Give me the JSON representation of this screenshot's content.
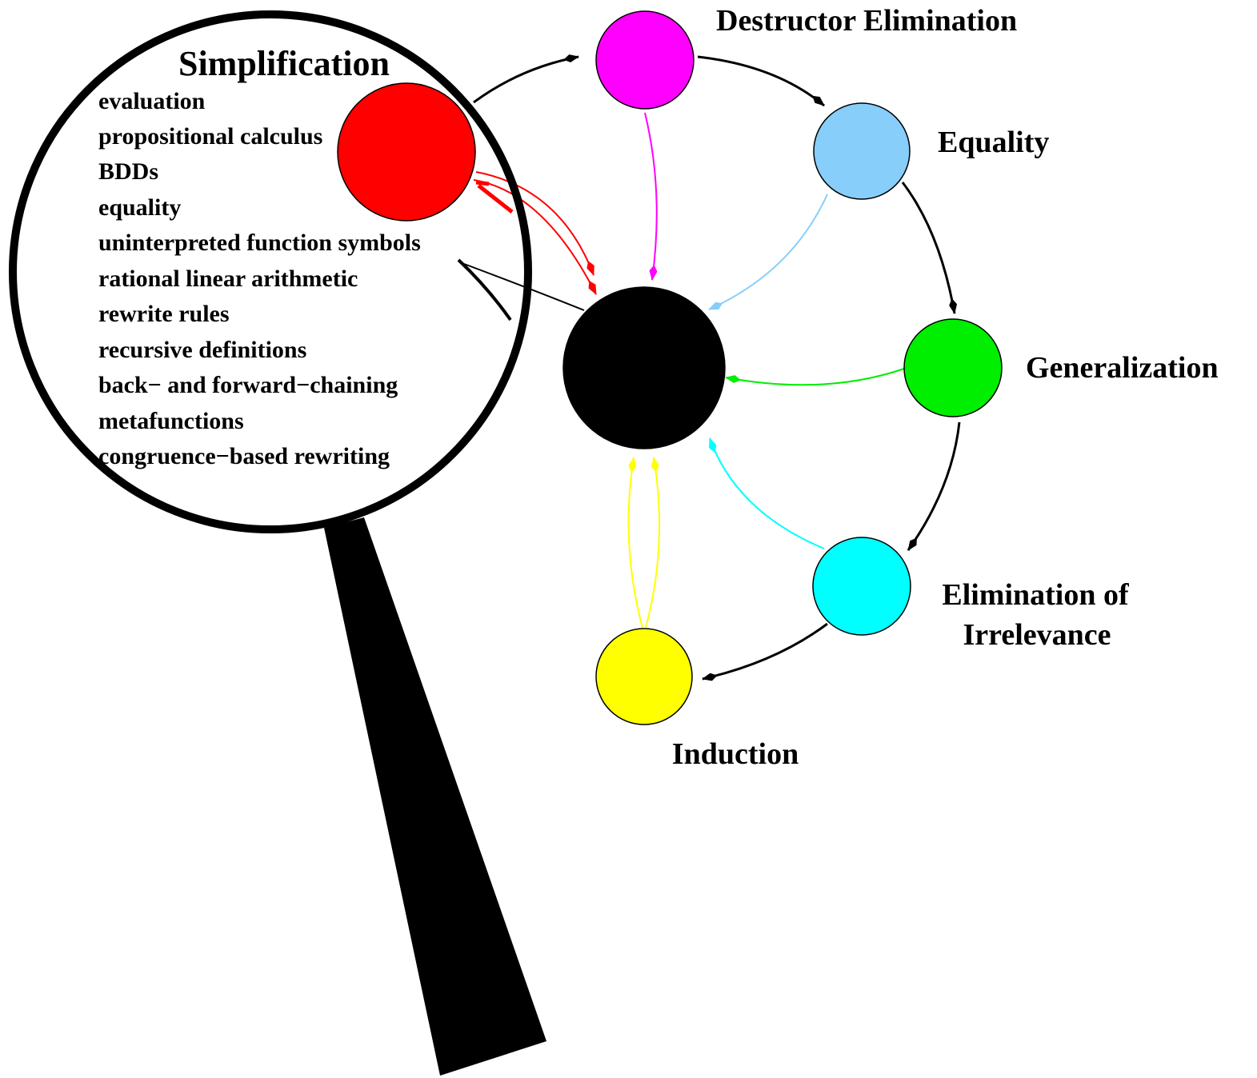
{
  "colors": {
    "background": "#ffffff",
    "simplification": "#ff0000",
    "destructor_elimination": "#ff00ff",
    "equality": "#87cefa",
    "generalization": "#00ee00",
    "elimination_of_irrelevance": "#00ffff",
    "induction": "#ffff00",
    "center": "#000000",
    "magnifier": "#000000"
  },
  "nodes": {
    "simplification": {
      "label": "Simplification"
    },
    "destructor_elimination": {
      "label": "Destructor Elimination"
    },
    "equality": {
      "label": "Equality"
    },
    "generalization": {
      "label": "Generalization"
    },
    "elimination_of_irrelevance": {
      "label_line1": "Elimination of",
      "label_line2": "Irrelevance"
    },
    "induction": {
      "label": "Induction"
    }
  },
  "simplification_items": [
    "evaluation",
    "propositional calculus",
    "BDDs",
    "equality",
    "uninterpreted function symbols",
    "rational linear arithmetic",
    "rewrite rules",
    "recursive definitions",
    "back− and forward−chaining",
    "metafunctions",
    "congruence−based rewriting"
  ],
  "icons": {
    "magnifier": "magnifying-glass-icon"
  }
}
